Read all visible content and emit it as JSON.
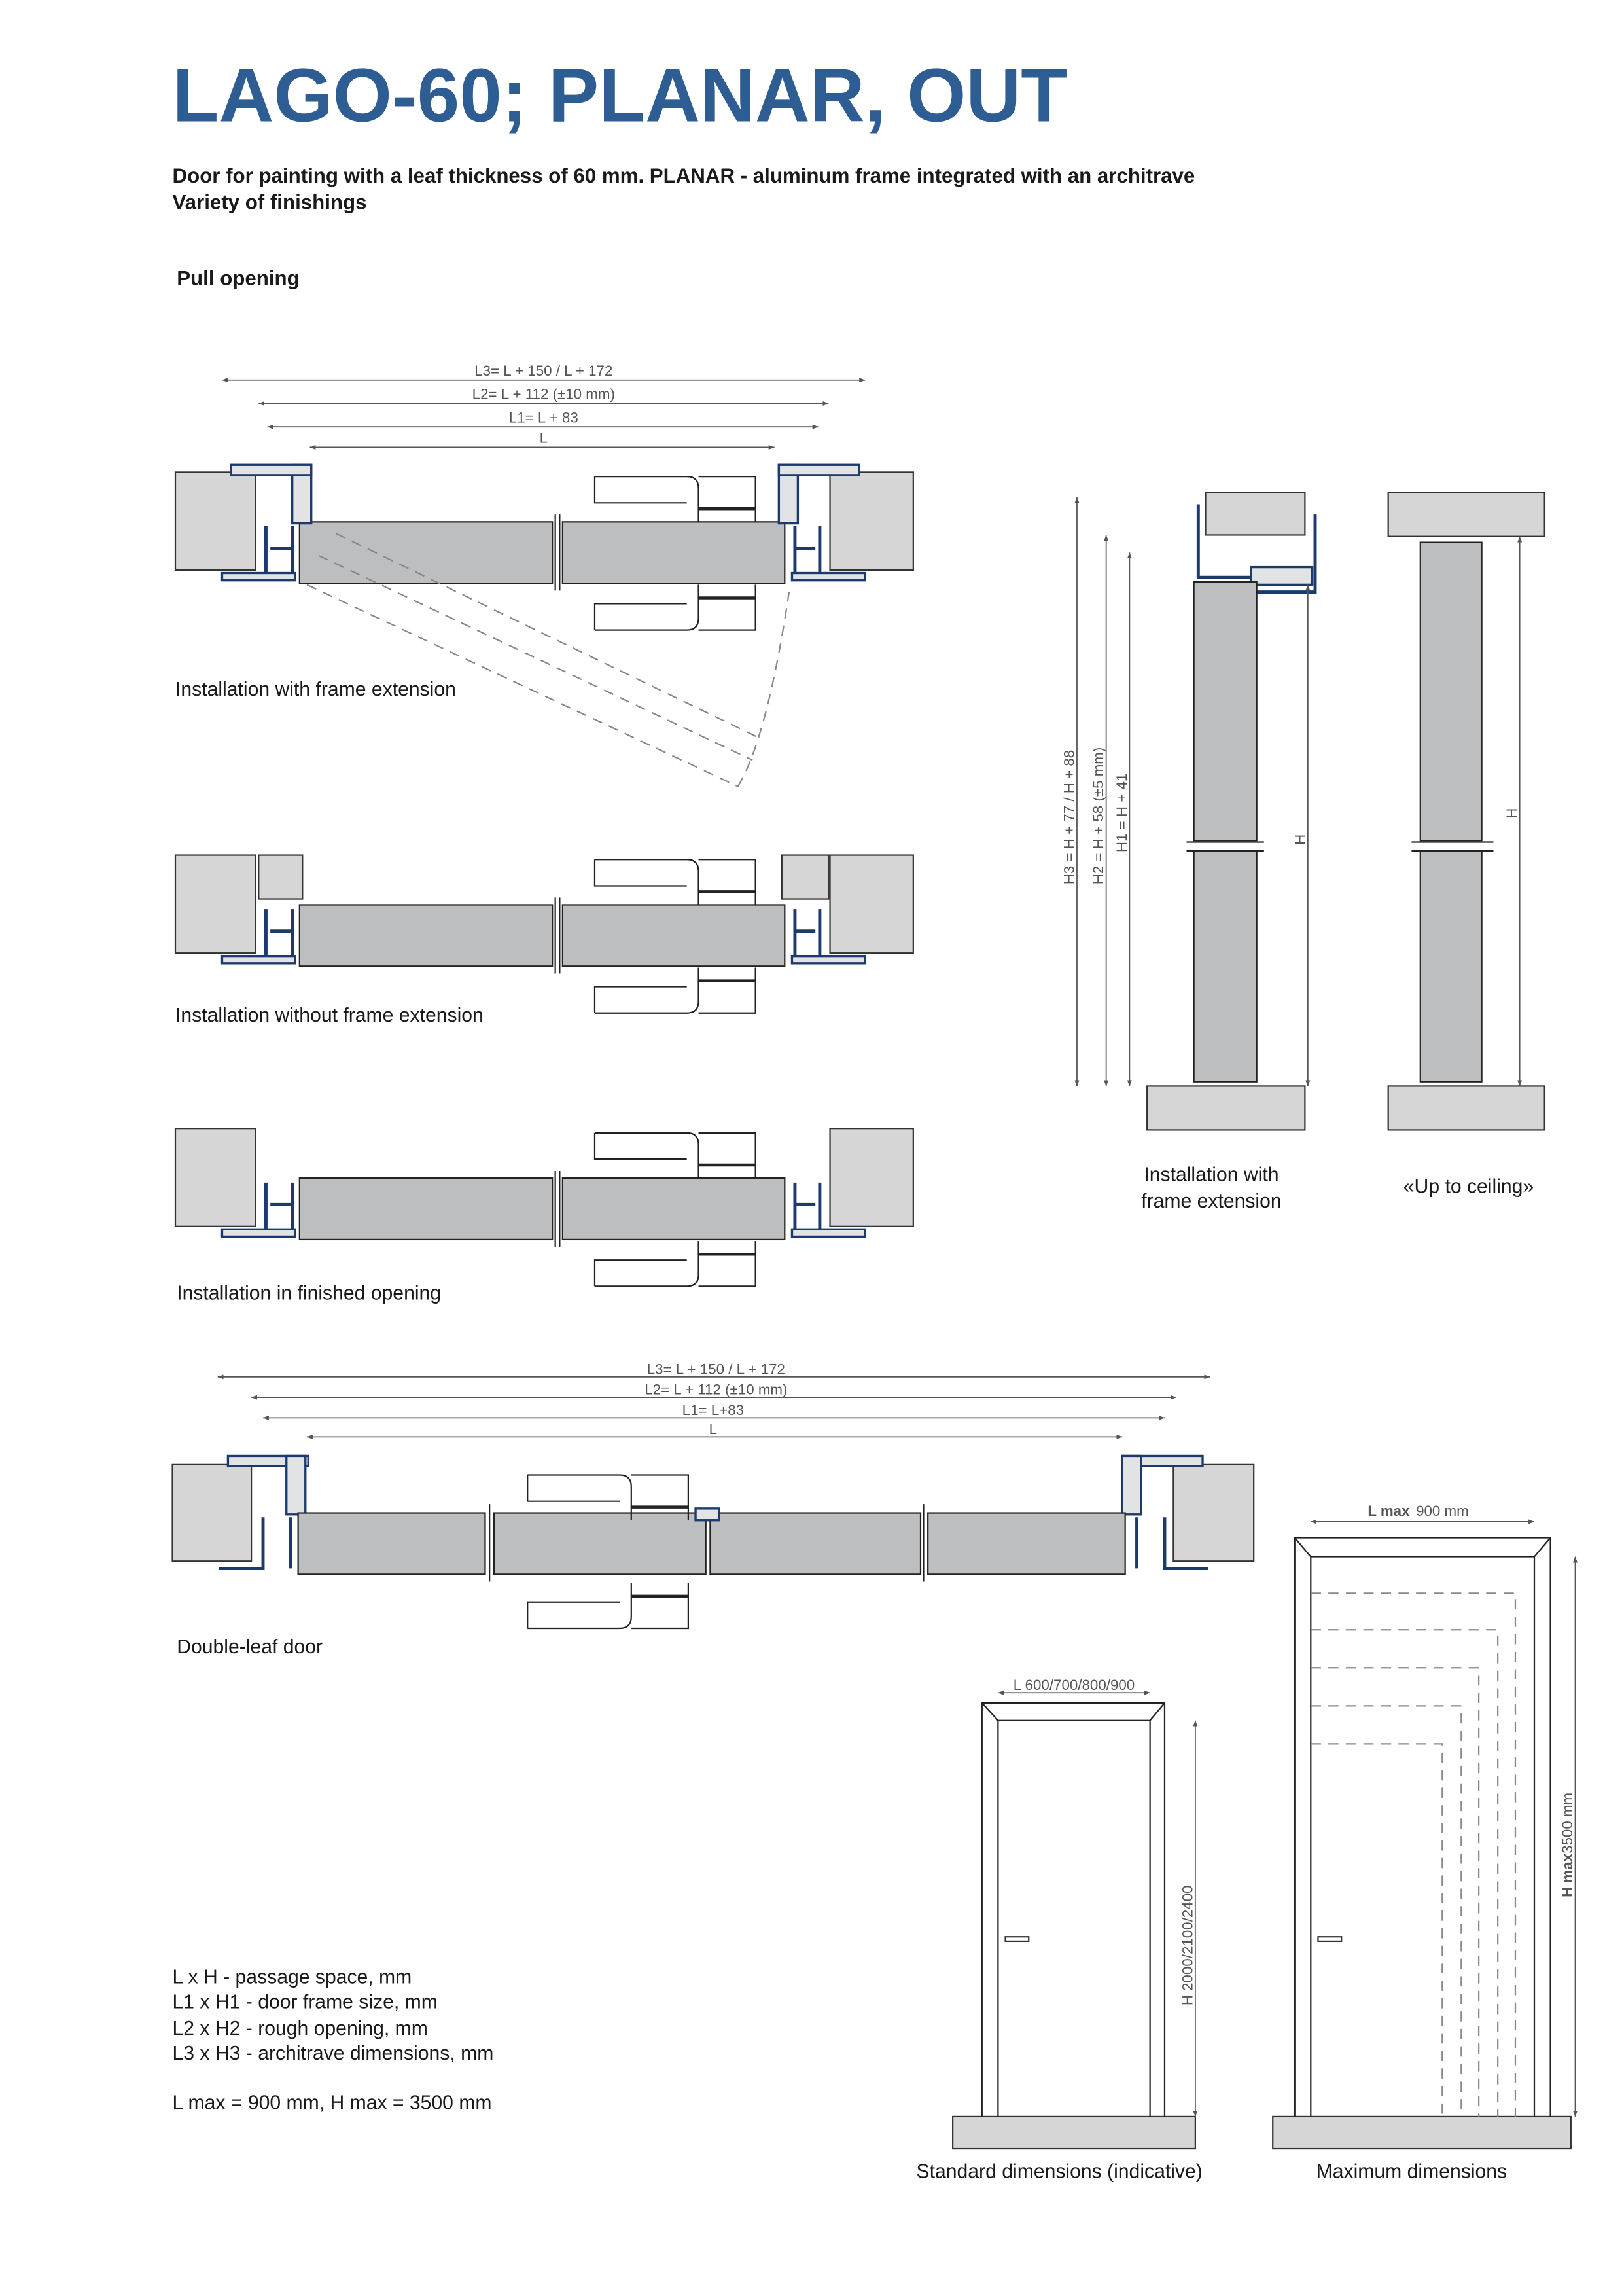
{
  "header": {
    "title": "LAGO-60; PLANAR, OUT",
    "subtitle_line1": "Door for painting with a leaf thickness of 60 mm. PLANAR - aluminum frame integrated with an architrave",
    "subtitle_line2": "Variety of finishings",
    "section": "Pull opening"
  },
  "single_plan": {
    "dim_l3": "L3= L + 150 / L + 172",
    "dim_l2": "L2= L + 112 (±10 mm)",
    "dim_l1": "L1= L + 83",
    "dim_l": "L",
    "caption_1": "Installation with frame extension",
    "caption_2": "Installation without frame extension",
    "caption_3": "Installation in finished opening"
  },
  "vertical_section": {
    "dim_h3": "H3 = H + 77 / H + 88",
    "dim_h2": "H2 = H + 58 (±5 mm)",
    "dim_h1": "H1 = H + 41",
    "dim_h": "H",
    "caption_a1": "Installation with",
    "caption_a2": "frame extension",
    "caption_b": "«Up to ceiling»"
  },
  "double_plan": {
    "dim_l3": "L3= L + 150 / L + 172",
    "dim_l2": "L2= L + 112 (±10 mm)",
    "dim_l1": "L1= L+83",
    "dim_l": "L",
    "caption": "Double-leaf door"
  },
  "legend": {
    "items": [
      "L x H - passage space, mm",
      "L1 x H1 - door frame size, mm",
      "L2 x H2 - rough opening, mm",
      "L3 x H3 - architrave dimensions, mm"
    ],
    "max": "L max = 900 mm, H max = 3500 mm"
  },
  "elevations": {
    "standard_width": "L 600/700/800/900",
    "standard_height": "H 2000/2100/2400",
    "standard_caption": "Standard dimensions (indicative)",
    "max_width_label": "L max",
    "max_width_value": "900  mm",
    "max_height_label": "H max",
    "max_height_value": "3500  mm",
    "max_caption": "Maximum dimensions"
  },
  "colors": {
    "title": "#2e5d93",
    "frame": "#1d3a6e",
    "leaf": "#bdbec0"
  }
}
